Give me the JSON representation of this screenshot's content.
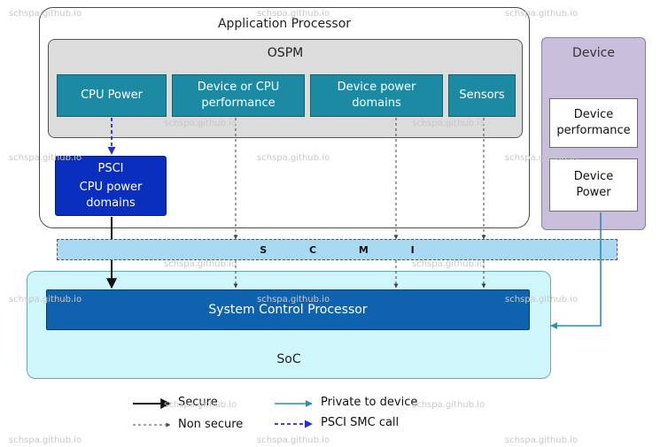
{
  "application_processor": {
    "title": "Application Processor"
  },
  "ospm": {
    "title": "OSPM",
    "tiles": {
      "cpu_power": "CPU Power",
      "device_cpu_performance": [
        "Device or CPU",
        "performance"
      ],
      "device_power_domains": [
        "Device power",
        "domains"
      ],
      "sensors": "Sensors"
    }
  },
  "psci": {
    "title": "PSCI",
    "lines": [
      "CPU power",
      "domains"
    ]
  },
  "device": {
    "title": "Device",
    "performance": [
      "Device",
      "performance"
    ],
    "power": [
      "Device",
      "Power"
    ]
  },
  "scmi": {
    "label": "S C M I"
  },
  "soc": {
    "title": "SoC",
    "scp": "System Control Processor"
  },
  "legend": {
    "secure": "Secure",
    "non_secure": "Non secure",
    "private": "Private to device",
    "psci_smc": "PSCI SMC call"
  },
  "watermark": "schspa.github.io",
  "colors": {
    "teal_tile": "#1d8aa3",
    "psci_blue": "#0a2fbf",
    "scp_blue": "#0f63ae",
    "scmi_band": "#a8d8f2",
    "soc_fill": "#cff6fb",
    "device_fill": "#c9bedb",
    "private_line": "#2b8fb0",
    "smc_line": "#2a2ad6"
  }
}
